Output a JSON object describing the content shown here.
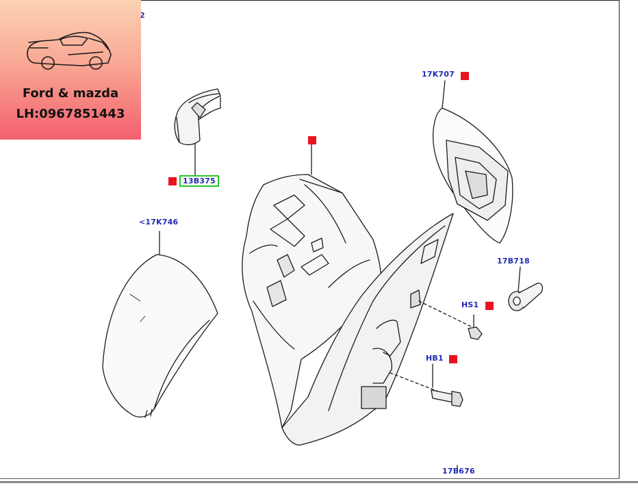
{
  "diagram": {
    "part_labels": {
      "top_fragment": "2",
      "p13b375": "13B375",
      "p17k707": "17K707",
      "p17k746": "<17K746",
      "p17b718": "17B718",
      "hs1": "HS1",
      "hb1": "HB1",
      "p17b676": "17B676"
    },
    "colors": {
      "label_text": "#1f2bb5",
      "marker": "#e8141e",
      "highlight_box": "#2ac42a"
    }
  },
  "watermark": {
    "logo": "sports-car-logo",
    "line1": "Ford & mazda",
    "line2": "LH:0967851443"
  }
}
